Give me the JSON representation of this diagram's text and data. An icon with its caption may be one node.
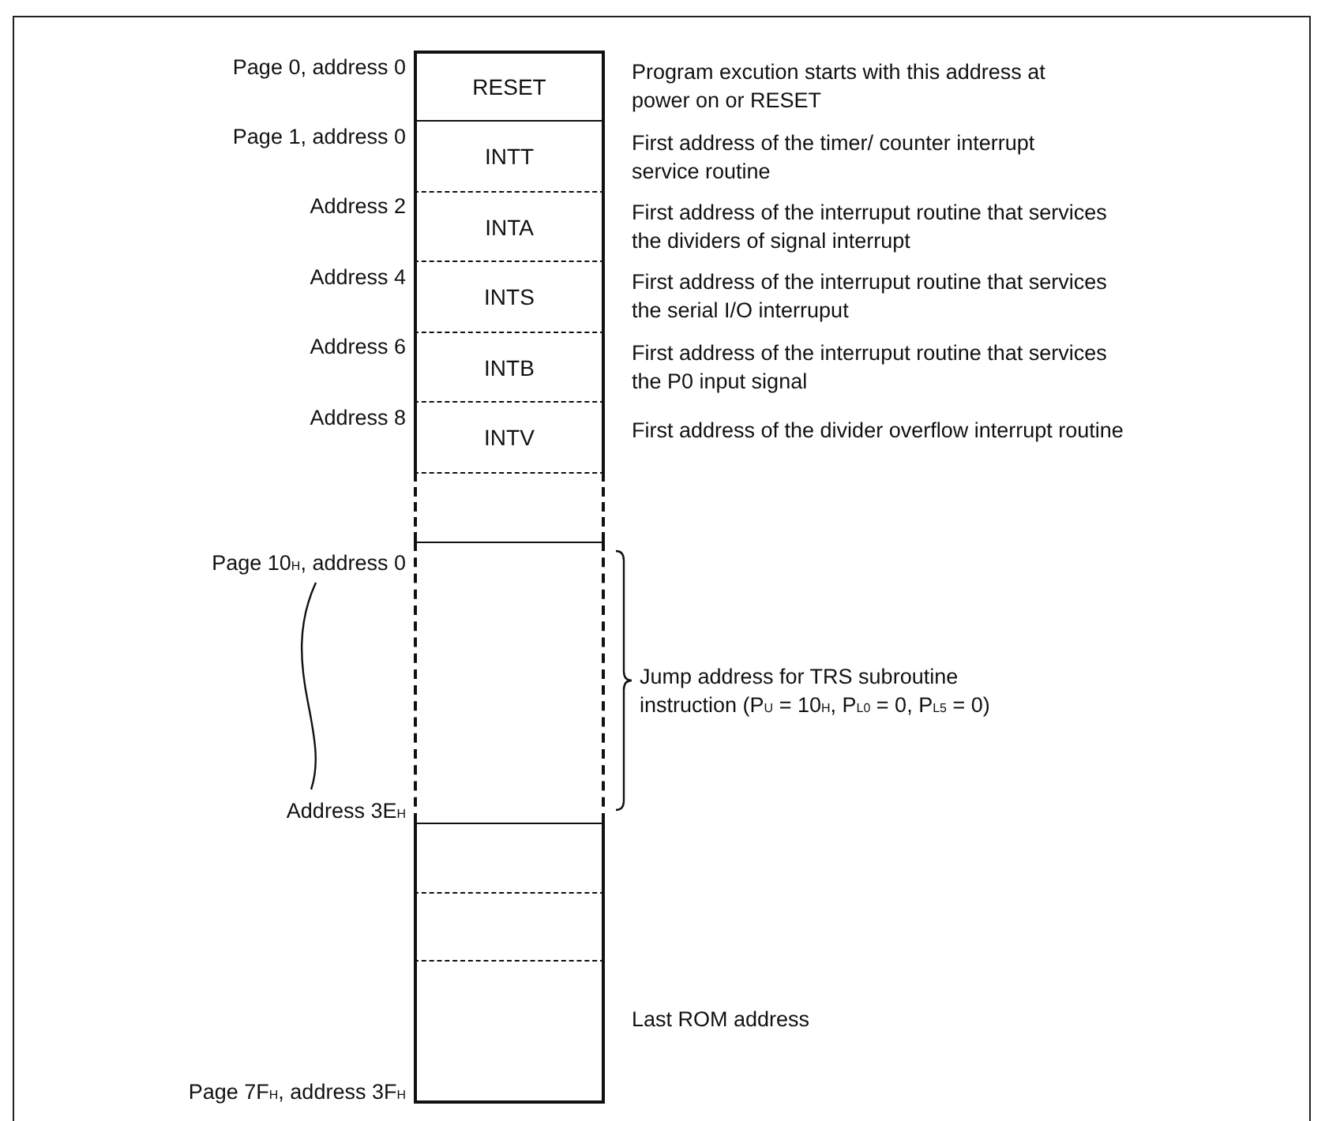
{
  "diagram": {
    "nodes": [
      {
        "text": [
          "RESET"
        ],
        "beside": [
          "Program excution starts with this address at power on or RESET"
        ]
      },
      {
        "text": [
          "INTT"
        ],
        "beside": [
          "First address of the timer/ counter interrupt service routine"
        ]
      },
      {
        "text": [
          "INTA"
        ],
        "beside": [
          "First address of the interruput routine that services the dividers of signal interrupt"
        ]
      },
      {
        "text": [
          "INTS"
        ],
        "beside": [
          "First address of the interruput routine that services the serial I/O interruput"
        ]
      },
      {
        "text": [
          "INTB"
        ],
        "beside": [
          "First address of the interruput routine that services the P0 input signal"
        ]
      },
      {
        "text": [
          "INTV"
        ],
        "beside": [
          "First address of the divider overflow interrupt routine"
        ]
      },
      {
        "text": [],
        "shape": "box"
      },
      {
        "text": [],
        "shape": "box",
        "beside": [
          "Jump address for TRS subroutine instruction (P$_{U}$ = 10$_{H}$, P$_{L0}$ = 0, P$_{L5}$ = 0)"
        ]
      },
      {
        "text": [],
        "shape": "box"
      },
      {
        "text": [],
        "shape": "box"
      },
      {
        "text": [],
        "shape": "box",
        "beside": [
          "Last ROM address"
        ]
      }
    ],
    "edges": [],
    "labels": [
      "Page 0,  address 0",
      "Page 1,  address 0",
      "Address 2",
      "Address 4",
      "Address 6",
      "Address 8",
      "Page 10$_{H}$,  address 0",
      "Address 3E$_{H}$",
      "Page 7F$_{H}$,  address 3F$_{H}$"
    ]
  }
}
